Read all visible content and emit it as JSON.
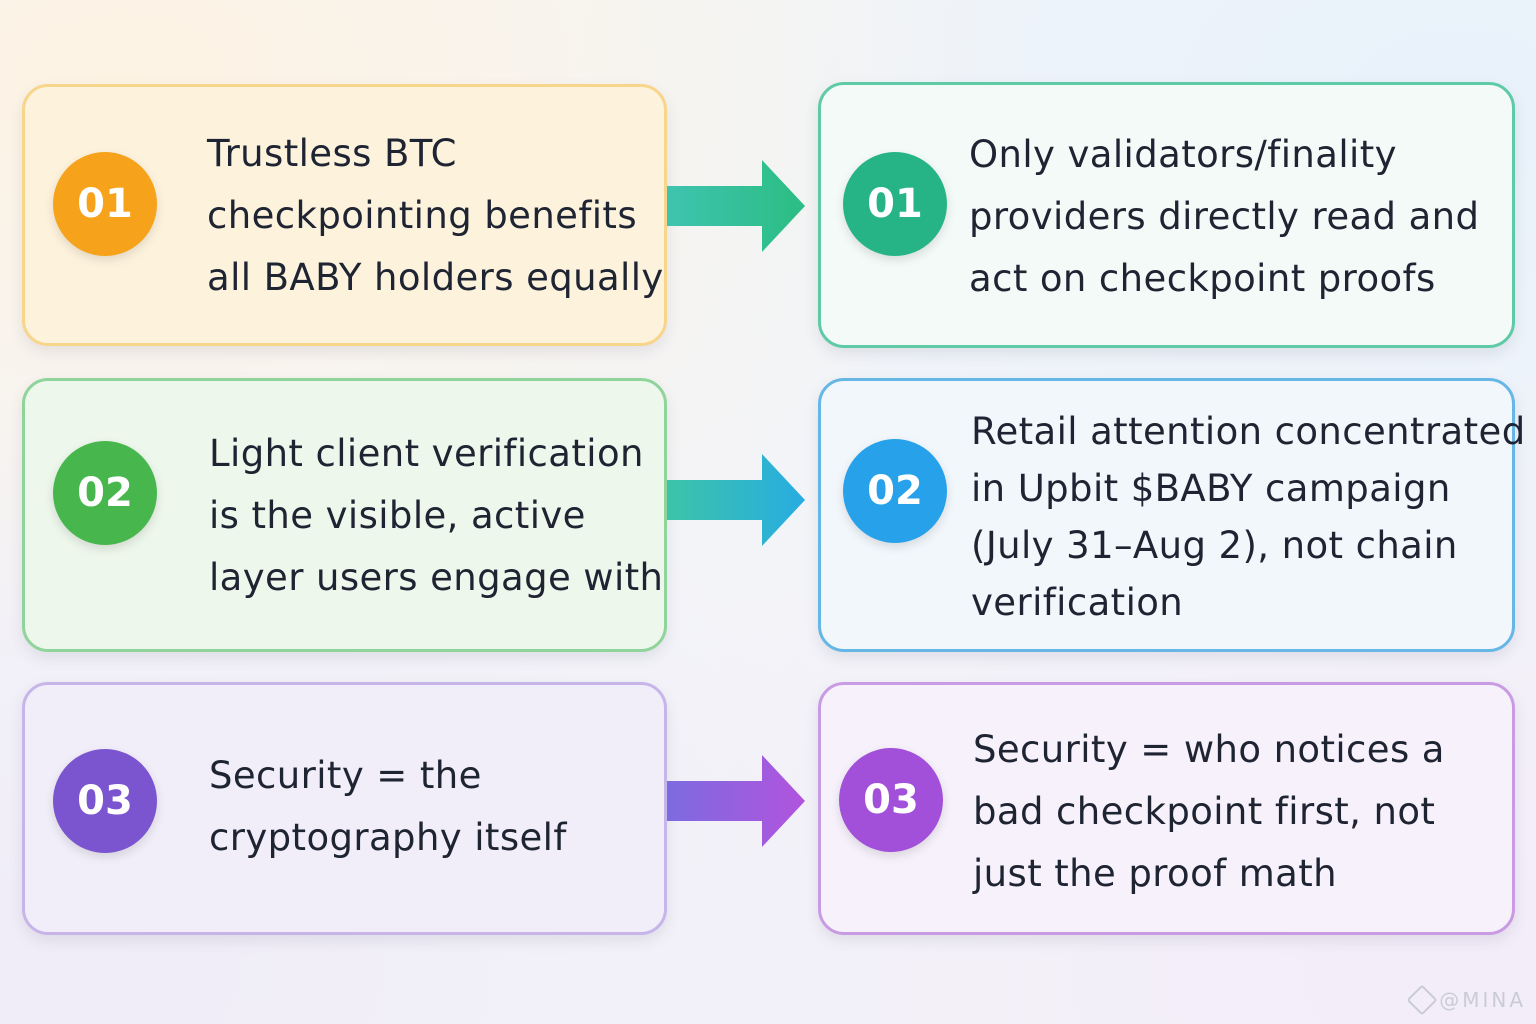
{
  "colors": {
    "orange": "#f6a21b",
    "teal": "#26b487",
    "green": "#47b74d",
    "blue": "#27a2ea",
    "violet": "#7a55cf",
    "purple": "#a24fda"
  },
  "rows": [
    {
      "left": {
        "number": "01",
        "lines": [
          "Trustless BTC",
          "checkpointing benefits",
          "all BABY holders equally"
        ]
      },
      "right": {
        "number": "01",
        "lines": [
          "Only validators/finality",
          "providers directly read and",
          "act on checkpoint proofs"
        ]
      }
    },
    {
      "left": {
        "number": "02",
        "lines": [
          "Light client verification",
          "is the visible, active",
          "layer users engage with"
        ]
      },
      "right": {
        "number": "02",
        "lines": [
          "Retail attention concentrated",
          "in Upbit $BABY campaign",
          "(July 31–Aug 2), not chain",
          "verification"
        ]
      }
    },
    {
      "left": {
        "number": "03",
        "lines": [
          "Security = the",
          "cryptography itself"
        ]
      },
      "right": {
        "number": "03",
        "lines": [
          "Security = who notices a",
          "bad checkpoint first, not",
          "just the proof math"
        ]
      }
    }
  ],
  "watermark": "@MINA"
}
